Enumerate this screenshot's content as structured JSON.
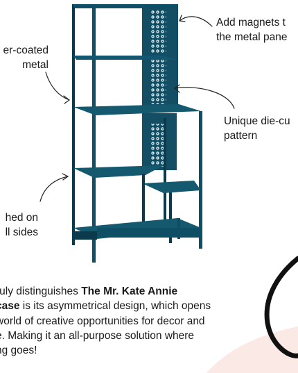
{
  "callouts": {
    "powder_coated": [
      "er-coated",
      "metal"
    ],
    "finished_sides": [
      "hed on",
      "ll sides"
    ],
    "magnets": [
      "Add magnets t",
      "the metal pane"
    ],
    "die_cut": [
      "Unique die-cu",
      "pattern"
    ]
  },
  "description": {
    "line1_prefix": "ruly distinguishes ",
    "line1_bold": "The Mr. Kate Annie",
    "line2_bold": "case",
    "line2_rest": " is its asymmetrical design, which opens",
    "line3": "world of creative opportunities for decor and",
    "line4": "e. Making it an all-purpose solution where",
    "line5": "ng goes!"
  },
  "colors": {
    "shelf": "#0f4f66",
    "shelf_dark": "#0a3a4c",
    "shelf_light": "#2a6b82",
    "accent_blob": "#fbe9e6",
    "arrow": "#222222"
  }
}
